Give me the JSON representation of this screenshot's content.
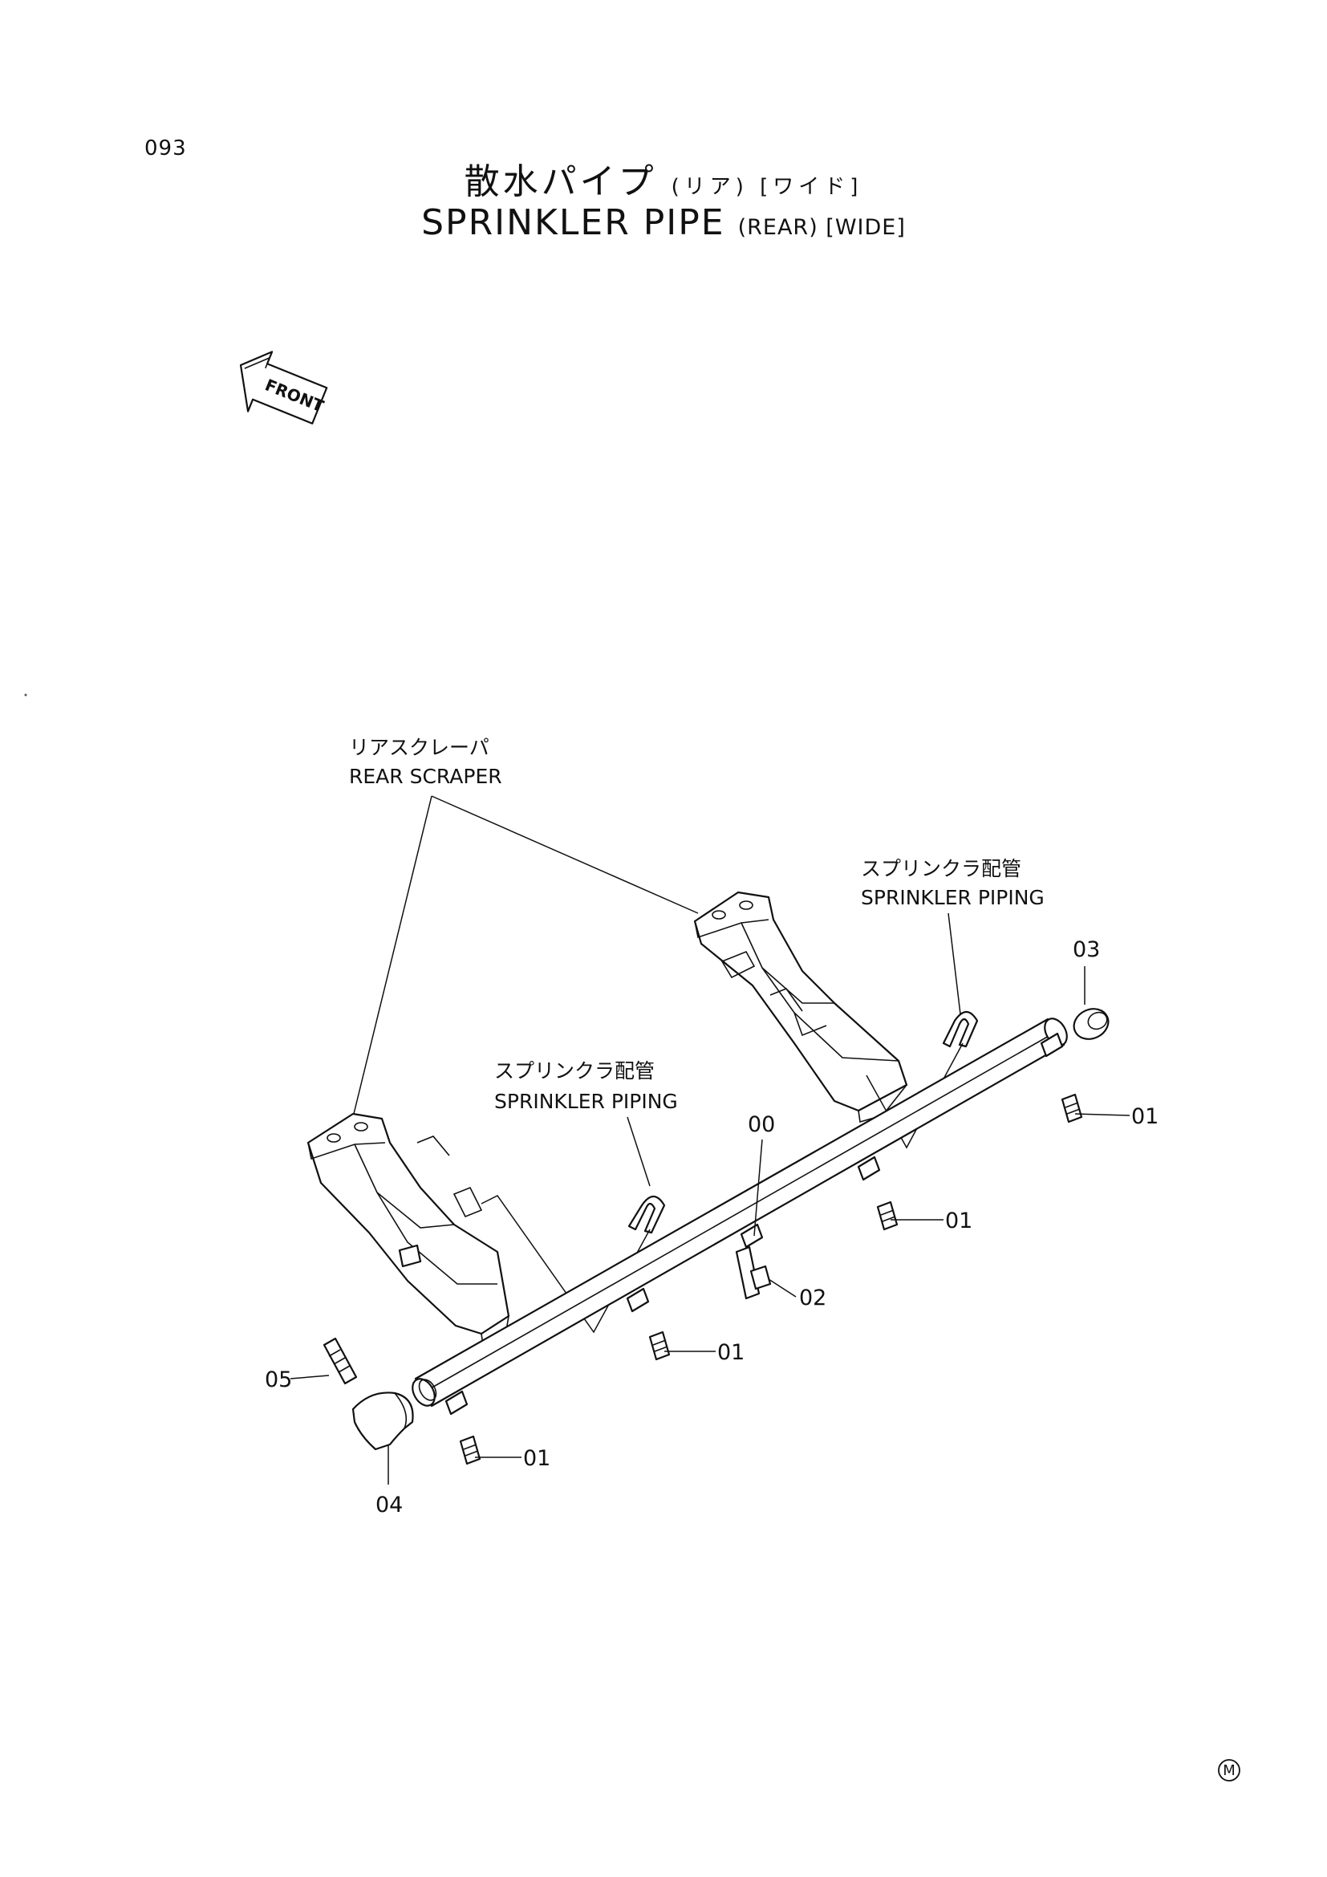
{
  "page_number": "093",
  "title": {
    "jp_main": "散水パイプ",
    "jp_sub": "(リア) [ワイド]",
    "en_main": "SPRINKLER PIPE",
    "en_sub": "(REAR) [WIDE]"
  },
  "front_arrow": {
    "label": "FRONT"
  },
  "callouts": {
    "rear_scraper_jp": "リアスクレーパ",
    "rear_scraper_en": "REAR SCRAPER",
    "piping_left_jp": "スプリンクラ配管",
    "piping_left_en": "SPRINKLER PIPING",
    "piping_right_jp": "スプリンクラ配管",
    "piping_right_en": "SPRINKLER PIPING"
  },
  "parts": [
    {
      "ref": "00"
    },
    {
      "ref": "01"
    },
    {
      "ref": "01"
    },
    {
      "ref": "01"
    },
    {
      "ref": "01"
    },
    {
      "ref": "02"
    },
    {
      "ref": "03"
    },
    {
      "ref": "04"
    },
    {
      "ref": "05"
    }
  ],
  "corner_mark": "M"
}
